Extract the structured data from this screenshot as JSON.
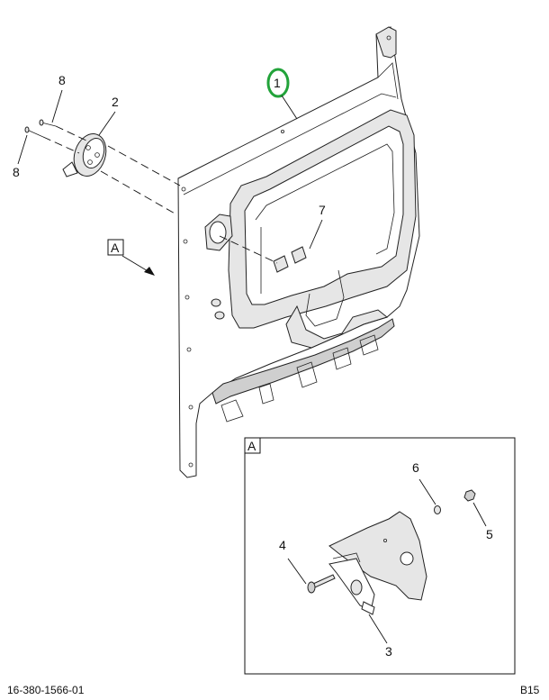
{
  "callouts": {
    "c1": "1",
    "c2": "2",
    "c3": "3",
    "c4": "4",
    "c5": "5",
    "c6": "6",
    "c7": "7",
    "c8a": "8",
    "c8b": "8"
  },
  "view": {
    "ref_label": "A",
    "detail_label": "A"
  },
  "footer": {
    "drawing_number": "16-380-1566-01",
    "sheet": "B15"
  },
  "colors": {
    "highlight": "#22a33a"
  }
}
